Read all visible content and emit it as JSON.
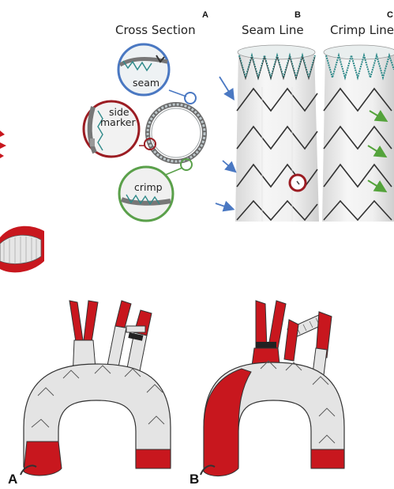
{
  "top_figure": {
    "panel_letters": [
      "A",
      "B",
      "C"
    ],
    "titles": {
      "cross_section": "Cross Section",
      "seam_line": "Seam Line",
      "crimp_line": "Crimp Line"
    },
    "callouts": {
      "seam": "seam",
      "side_marker_line1": "side",
      "side_marker_line2": "marker",
      "crimp": "crimp"
    },
    "colors": {
      "seam_ring": "#4a78c2",
      "marker_ring": "#9b1c22",
      "crimp_ring": "#5aa04a",
      "blue_arrow": "#4a78c2",
      "green_arrow": "#54a33b"
    }
  },
  "bottom_figure": {
    "panel_letters": [
      "A",
      "B"
    ],
    "colors": {
      "vessel_red": "#c8171e",
      "graft_gray": "#e4e4e4",
      "outline": "#333333"
    }
  }
}
